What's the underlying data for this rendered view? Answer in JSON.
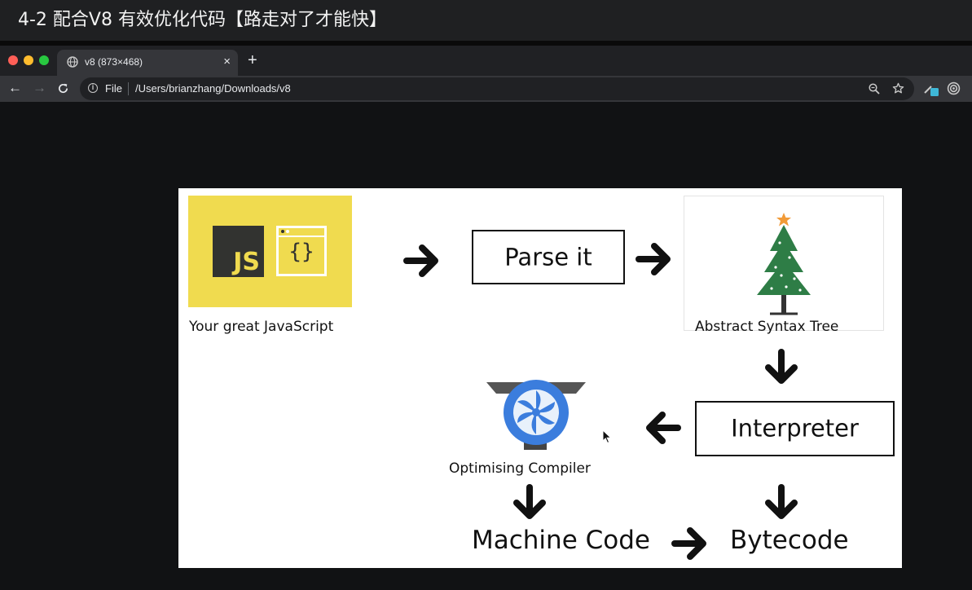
{
  "header": {
    "title": "4-2 配合V8 有效优化代码【路走对了才能快】"
  },
  "browser": {
    "tab": {
      "title": "v8 (873×468)",
      "favicon": "globe-icon",
      "close_glyph": "×"
    },
    "newtab_glyph": "+",
    "toolbar": {
      "back_icon": "arrow-left-icon",
      "forward_icon": "arrow-right-icon",
      "reload_icon": "reload-icon",
      "site_info_label": "File",
      "url": "/Users/brianzhang/Downloads/v8",
      "zoom_icon": "zoom-icon",
      "bookmark_icon": "star-icon",
      "extension_icons": [
        "pen-extension-icon",
        "target-extension-icon"
      ]
    }
  },
  "diagram": {
    "js_logo_text": "JS",
    "code_window_text": "{}",
    "labels": {
      "source": "Your great JavaScript",
      "parse": "Parse it",
      "ast": "Abstract Syntax Tree",
      "interpreter": "Interpreter",
      "compiler": "Optimising Compiler",
      "machine_code": "Machine Code",
      "bytecode": "Bytecode"
    }
  },
  "colors": {
    "js_yellow": "#f0db4f",
    "js_dark": "#323330",
    "tree_green": "#2e7d46",
    "turbofan_blue": "#3b7ddd",
    "tab_bg": "#35363a",
    "window_bg": "#202124"
  }
}
